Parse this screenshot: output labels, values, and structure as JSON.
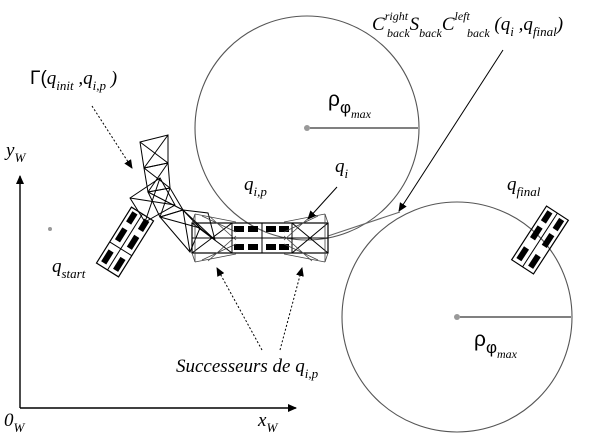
{
  "labels": {
    "gamma_sym": "Γ(",
    "gamma_q1": "q",
    "gamma_q1_sub": "init",
    "gamma_sep": " ,",
    "gamma_q2": "q",
    "gamma_q2_sub": "i,p",
    "gamma_close": " )",
    "path_c1": "C",
    "path_c1_sup": "right",
    "path_c1_sub": "back",
    "path_s": "S",
    "path_s_sub": "back",
    "path_c2": "C",
    "path_c2_sup": "left",
    "path_c2_sub": "back",
    "path_args_open": " (",
    "path_arg1": "q",
    "path_arg1_sub": "i",
    "path_args_sep": " ,",
    "path_arg2": "q",
    "path_arg2_sub": "final",
    "path_args_close": ")",
    "rho": "ρ",
    "rho_sub": "φ",
    "rho_subsub": "max",
    "yw": "y",
    "yw_sub": "W",
    "xw": "x",
    "xw_sub": "W",
    "origin": "0",
    "origin_sub": "W",
    "qip": "q",
    "qip_sub": "i,p",
    "qi": "q",
    "qi_sub": "i",
    "qfinal": "q",
    "qfinal_sub": "final",
    "qstart": "q",
    "qstart_sub": "start",
    "succ": "Successeurs de ",
    "succ_q": "q",
    "succ_sub": "i,p"
  }
}
